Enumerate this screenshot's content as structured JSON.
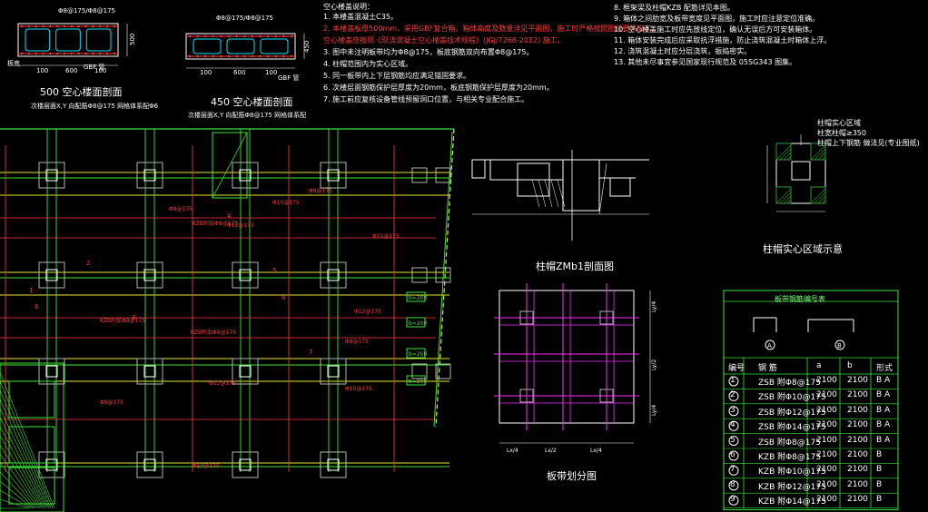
{
  "drawing": {
    "section_500_title": "500 空心楼面剖面",
    "section_500_note": "次楼层面X,Y 向配筋Φ8@175 网格体系配Φ6",
    "section_450_title": "450 空心楼面剖面",
    "section_450_note": "次楼层面X,Y 向配筋Φ8@175 网格体系配",
    "section_500_dims": [
      "100",
      "600",
      "100",
      "500"
    ],
    "section_450_dims": [
      "100",
      "600",
      "100",
      "450"
    ],
    "section_500_tags": [
      "Φ8@175/Φ8@175",
      "GBF 管",
      "板底"
    ],
    "section_450_tags": [
      "Φ8@175/Φ8@175",
      "GBF 管"
    ],
    "column_detail_title": "柱帽ZMb1剖面图",
    "hollow_zone_title": "柱帽实心区域示意",
    "hollow_zone_notes": [
      "柱帽实心区域",
      "柱宽柱帽≥350",
      "柱帽上下钢筋 做法见(专业图纸)"
    ],
    "plan_title": "板带划分图",
    "plan_dims": [
      "Lx/4",
      "Lx/2",
      "Lx/4",
      "Ly/4",
      "Ly/2",
      "Ly/4"
    ],
    "notes_left_heading": "空心楼盖说明：",
    "notes_left": [
      "1. 本楼盖混凝土C35。",
      "2. 本楼盖板厚500mm，采用GBF复合箱，箱体高度及数量详见平面图，施工时严格按照图纸要求施工。",
      "   空心楼盖应按照《现浇混凝土空心楼盖技术规程》(JGJ/T268-2012) 施工。",
      "3. 图中未注明板带均为Φ8@175，板底钢筋双向布置Φ8@175。",
      "4. 柱帽范围内为实心区域。",
      "5. 同一板带内上下层钢筋均应满足锚固要求。",
      "6. 次楼层面钢筋保护层厚度为20mm，板底钢筋保护层厚度为20mm。",
      "7. 施工前应复核设备管线预留洞口位置，与相关专业配合施工。"
    ],
    "notes_right": [
      "8. 框架梁及柱帽KZB 配筋详见本图。",
      "9. 箱体之间肋宽及板带宽度见平面图，施工时应注意定位准确。",
      "10. 空心楼盖施工时应先放线定位，确认无误后方可安装箱体。",
      "11. 箱体安装完成后应采取抗浮措施，防止浇筑混凝土时箱体上浮。",
      "12. 浇筑混凝土时应分层浇筑，振捣密实。",
      "13. 其他未尽事宜参见国家现行规范及 05SG343 图集。"
    ],
    "table_title": "板带钢筋编号表",
    "table_headers": [
      "编号",
      "钢 筋",
      "a",
      "b",
      "形式"
    ],
    "table_rows": [
      [
        "1",
        "ZSB 附Φ8@175",
        "2100",
        "2100",
        "B A"
      ],
      [
        "2",
        "ZSB 附Φ10@175",
        "2100",
        "2100",
        "B A"
      ],
      [
        "3",
        "ZSB 附Φ12@175",
        "2100",
        "2100",
        "B A"
      ],
      [
        "4",
        "ZSB 附Φ14@175",
        "2100",
        "2100",
        "B A"
      ],
      [
        "5",
        "ZSB 附Φ8@175",
        "2100",
        "2100",
        "B A"
      ],
      [
        "6",
        "KZB 附Φ8@175",
        "2100",
        "2100",
        "B"
      ],
      [
        "7",
        "KZB 附Φ10@175",
        "2100",
        "2100",
        "B"
      ],
      [
        "8",
        "KZB 附Φ12@175",
        "2100",
        "2100",
        "B"
      ],
      [
        "9",
        "KZB 附Φ14@175",
        "2100",
        "2100",
        "B"
      ]
    ],
    "shape_labels": [
      "A",
      "B"
    ],
    "plan_labels": [
      "1",
      "2",
      "3",
      "4",
      "5",
      "6",
      "7",
      "8"
    ],
    "red_tags": [
      "Φ8@175",
      "Φ10@175",
      "Φ12@175",
      "KZB附加Φ8@175"
    ],
    "box_tags": [
      "b=200",
      "b=200",
      "b=200",
      "b=200"
    ],
    "colors": {
      "background": "#000000",
      "plan_green": "#39e639",
      "beam_yellow": "#e6e63a",
      "rebar_magenta": "#ff2bff",
      "text_red": "#ff3b3b",
      "column_grey": "#b5b5b5",
      "hatch_green": "#2b9c2b"
    }
  }
}
